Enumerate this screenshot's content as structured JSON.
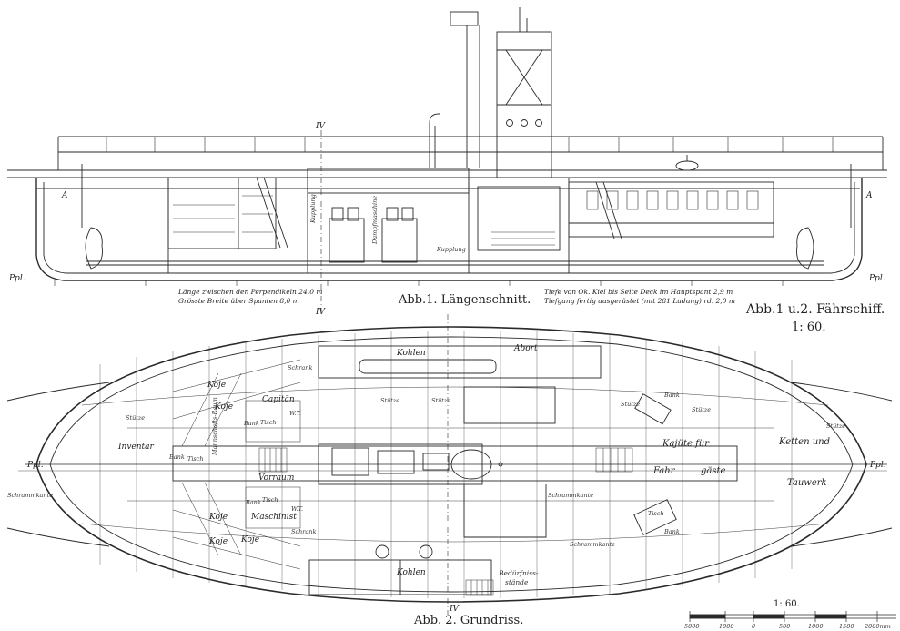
{
  "title": {
    "main": "Abb.1 u.2. Fährschiff.",
    "scale": "1: 60."
  },
  "figure1": {
    "caption": "Abb.1. Längenschnitt.",
    "spec_left": [
      "Länge zwischen den Perpendikeln  24,0 m",
      "Grösste Breite über Spanten  8,0 m"
    ],
    "spec_right": [
      "Tiefe von Ok. Kiel bis Seite Deck im Hauptspant  2,9 m",
      "Tiefgang fertig ausgerüstet (mit 281 Ladung) rd.  2,0 m"
    ],
    "labels": {
      "ppl_left": "Ppl.",
      "ppl_right": "Ppl.",
      "section_top": "IV",
      "section_bottom": "IV",
      "kupplung1": "Kupplung",
      "maschine": "Dampfmaschine",
      "kupplung2": "Kupplung",
      "a_left": "A",
      "a_right": "A"
    }
  },
  "figure2": {
    "caption": "Abb. 2. Grundriss.",
    "labels": {
      "kohlen_top": "Kohlen",
      "abort": "Abort",
      "koje1": "Koje",
      "koje2": "Koje",
      "koje3": "Koje",
      "koje4": "Koje",
      "koje5": "Koje",
      "schrank1": "Schrank",
      "schrank2": "Schrank",
      "kapitan": "Capitän",
      "wt1": "W.T.",
      "wt2": "W.T.",
      "bank1": "Bank",
      "bank2": "Bank",
      "bank3": "Bank",
      "bank4": "Bank",
      "bank5": "Bank",
      "tisch1": "Tisch",
      "tisch2": "Tisch",
      "tisch3": "Tisch",
      "tisch4": "Tisch",
      "stutze1": "Stütze",
      "stutze2": "Stütze",
      "stutze3": "Stütze",
      "stutze4": "Stütze",
      "stutze5": "Stütze",
      "stutze6": "Stütze",
      "inventar": "Inventar",
      "mannschaft": "Mannschafts-Raum",
      "vorraum": "Vorraum",
      "maschinist": "Maschinist",
      "kajute": "Kajüte für",
      "fahr": "Fahr",
      "gaste": "gäste",
      "ketten": "Ketten und",
      "tauwerk": "Tauwerk",
      "schrammkante1": "Schrammkante",
      "schrammkante2": "Schrammkante",
      "schrammkante3": "Schrammkante",
      "kohlen_bottom": "Kohlen",
      "bedurfnis": "Bedürfniss-",
      "stande": "stände",
      "ppl_left": "Ppl.",
      "ppl_right": "Ppl.",
      "section": "IV"
    }
  },
  "scale_bar": {
    "title": "1: 60.",
    "ticks": [
      "5000",
      "1000",
      "0",
      "500",
      "1000",
      "1500",
      "2000mm"
    ]
  }
}
